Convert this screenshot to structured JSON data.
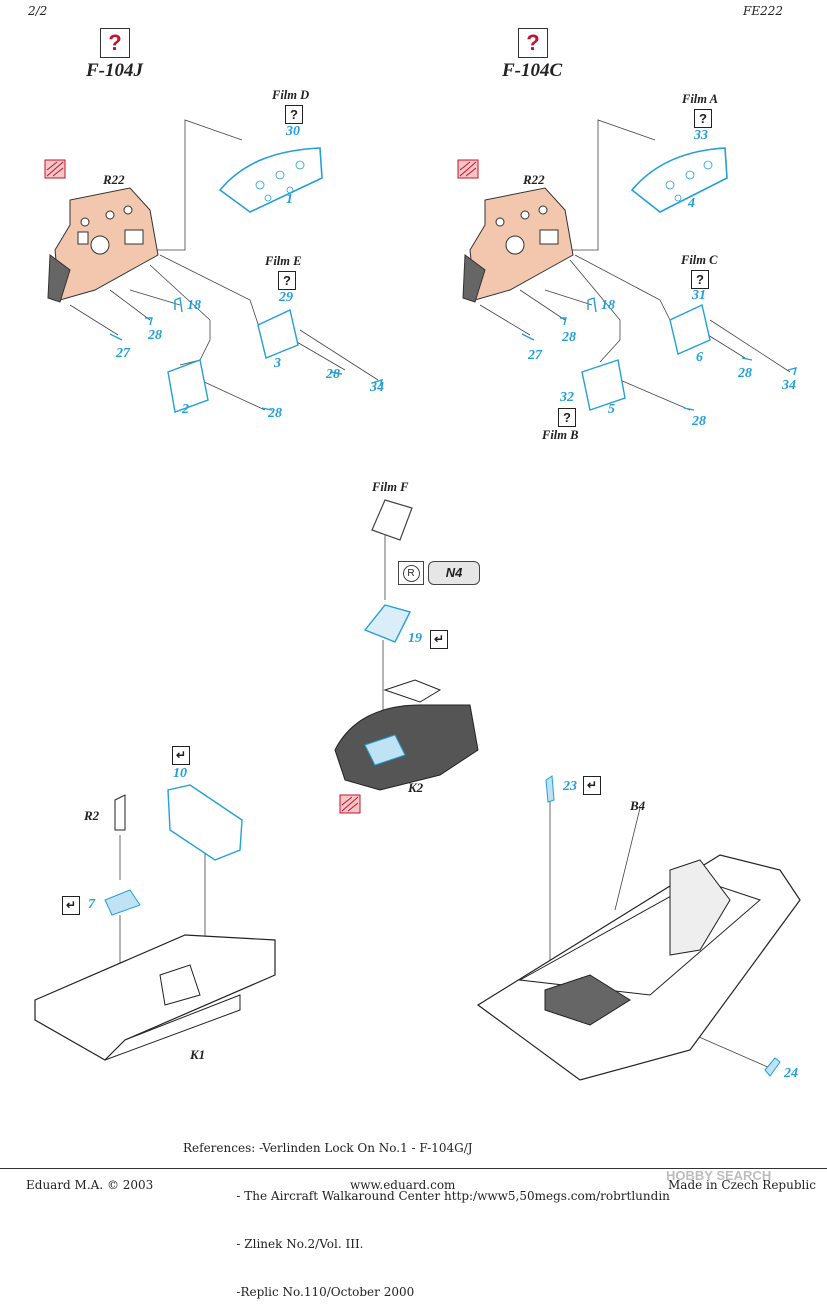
{
  "header": {
    "page": "2/2",
    "code": "FE222"
  },
  "sections": {
    "left": {
      "title": "F-104J",
      "question_mark": "?"
    },
    "right": {
      "title": "F-104C",
      "question_mark": "?"
    }
  },
  "films": {
    "d": {
      "label": "Film D",
      "mark": "?"
    },
    "e": {
      "label": "Film E",
      "mark": "?"
    },
    "a": {
      "label": "Film A",
      "mark": "?"
    },
    "c": {
      "label": "Film C",
      "mark": "?"
    },
    "b": {
      "label": "Film B",
      "mark": "?"
    },
    "f": {
      "label": "Film F"
    }
  },
  "part_labels": {
    "r22_left": "R22",
    "r22_right": "R22",
    "k1": "K1",
    "k2": "K2",
    "b4": "B4",
    "r2": "R2",
    "n4": "N4",
    "r_circle": "R"
  },
  "part_numbers": {
    "n30": "30",
    "n1": "1",
    "n29": "29",
    "n3": "3",
    "n18a": "18",
    "n28a": "28",
    "n27a": "27",
    "n28b": "28",
    "n34a": "34",
    "n2": "2",
    "n28c": "28",
    "n33": "33",
    "n4": "4",
    "n31": "31",
    "n6": "6",
    "n18b": "18",
    "n28d": "28",
    "n27b": "27",
    "n28e": "28",
    "n34b": "34",
    "n32": "32",
    "n5": "5",
    "n28f": "28",
    "n19": "19",
    "n10": "10",
    "n7": "7",
    "n23": "23",
    "n24": "24"
  },
  "references": {
    "lines": [
      "References: -Verlinden Lock On No.1 - F-104G/J",
      "              - The Aircraft Walkaround Center http:/www5,50megs.com/robrtlundin",
      "              - Zlinek No.2/Vol. III.",
      "              -Replic No.110/October 2000"
    ]
  },
  "footer": {
    "copyright": "Eduard M.A. © 2003",
    "website": "www.eduard.com",
    "origin": "Made in Czech Republic",
    "watermark": "HOBBY SEARCH"
  },
  "colors": {
    "accent_blue": "#22a0d8",
    "flesh": "#f2c7ae",
    "red": "#c8102e"
  }
}
